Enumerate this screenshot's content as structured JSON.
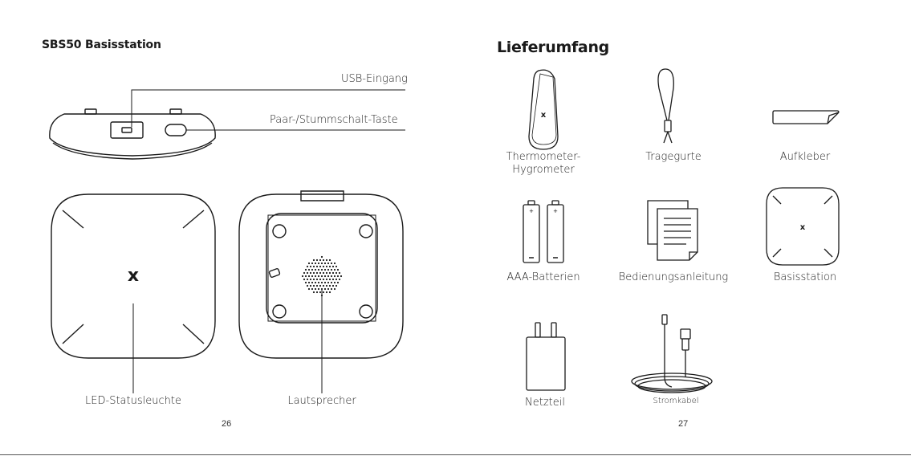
{
  "left_page": {
    "title": "SBS50 Basisstation",
    "callouts": {
      "usb": "USB-Eingang",
      "pair": "Paar-/Stummschalt-Taste",
      "led": "LED-Statusleuchte",
      "speaker": "Lautsprecher"
    },
    "device_logo": "x",
    "page_number": "26"
  },
  "right_page": {
    "title": "Lieferumfang",
    "items": [
      {
        "label": "Thermometer-",
        "label2": "Hygrometer",
        "icon": "thermometer-hygrometer-icon"
      },
      {
        "label": "Tragegurte",
        "icon": "lanyard-icon"
      },
      {
        "label": "Aufkleber",
        "icon": "sticker-icon"
      },
      {
        "label": "AAA-Batterien",
        "icon": "batteries-icon"
      },
      {
        "label": "Bedienungsanleitung",
        "icon": "manual-icon"
      },
      {
        "label": "Basisstation",
        "icon": "base-station-icon"
      },
      {
        "label": "Netzteil",
        "icon": "power-adapter-icon"
      },
      {
        "label": "Stromkabel",
        "icon": "cable-icon"
      }
    ],
    "device_logo": "x",
    "page_number": "27"
  }
}
